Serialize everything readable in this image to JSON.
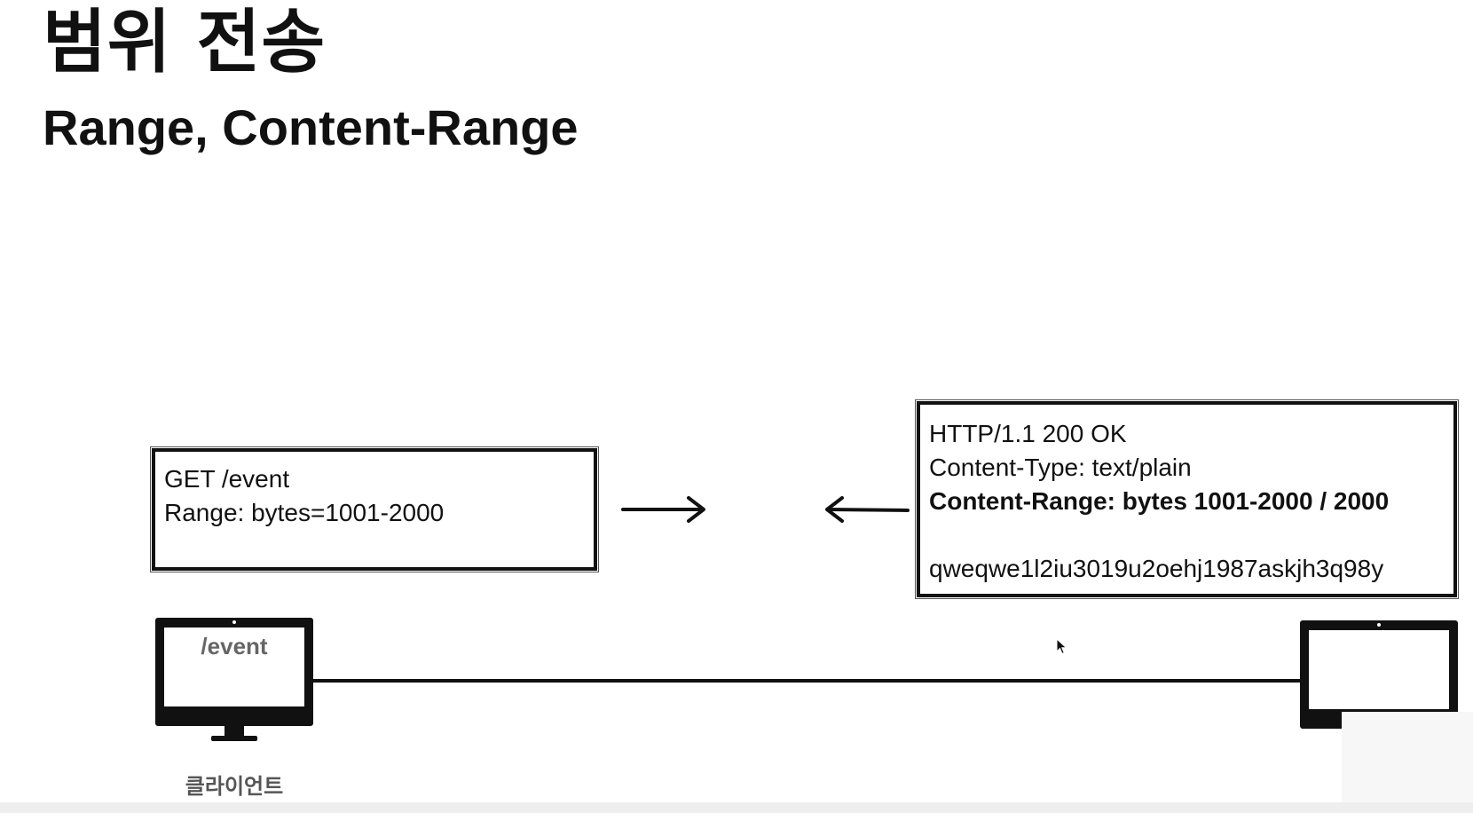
{
  "title": "범위 전송",
  "subtitle": "Range, Content-Range",
  "request": {
    "lines": [
      "GET /event",
      "Range: bytes=1001-2000"
    ]
  },
  "response": {
    "status_line": "HTTP/1.1 200 OK",
    "content_type": "Content-Type: text/plain",
    "content_range": "Content-Range: bytes 1001-2000 / 2000",
    "body": "qweqwe1l2iu3019u2oehj1987askjh3q98y"
  },
  "client": {
    "screen_text": "/event",
    "label": "클라이언트"
  },
  "icons": {
    "request_arrow": "arrow-right-icon",
    "response_arrow": "arrow-left-icon",
    "client_monitor": "desktop-monitor-icon",
    "server_monitor": "server-monitor-icon",
    "cursor": "mouse-pointer-icon"
  }
}
